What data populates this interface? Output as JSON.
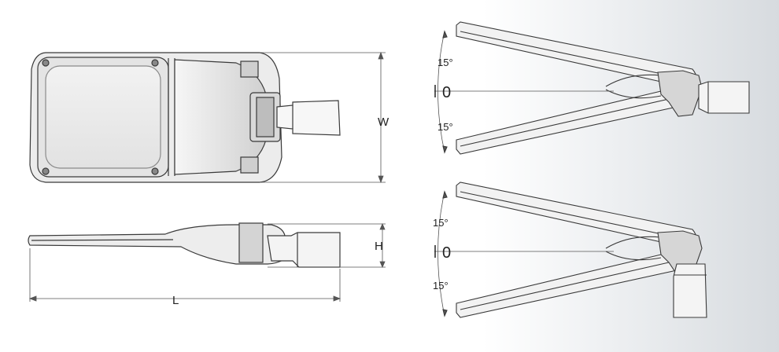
{
  "dimensions": {
    "width_label": "W",
    "height_label": "H",
    "length_label": "L"
  },
  "tilt_views": [
    {
      "angle_up": "15°",
      "zero": "0",
      "angle_down": "15°"
    },
    {
      "angle_up": "15°",
      "zero": "0",
      "angle_down": "15°"
    }
  ],
  "colors": {
    "line": "#3a3a3a",
    "fill_light": "#f4f4f4",
    "fill_mid": "#d9d9d9",
    "fill_dark": "#9a9a9a"
  }
}
